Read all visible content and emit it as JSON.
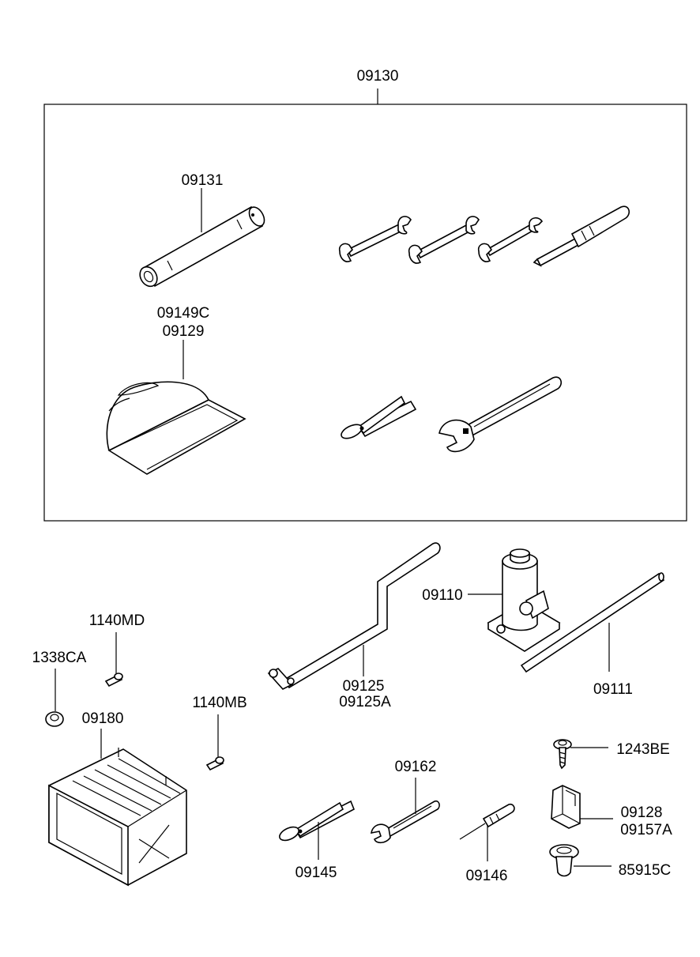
{
  "labels": {
    "kit": "09130",
    "lug_wrench": "09131",
    "tool_bag_1": "09149C",
    "tool_bag_2": "09129",
    "jack": "09110",
    "jack_handle_1": "09125",
    "jack_handle_2": "09125A",
    "extension_bar": "09111",
    "screw_mb": "1140MD",
    "nut": "1338CA",
    "tray": "09180",
    "screw_tray": "1140MB",
    "bolt": "1243BE",
    "wrench_small": "09162",
    "clip_1": "09128",
    "clip_2": "09157A",
    "pliers": "09145",
    "screwdriver": "09146",
    "grommet": "85915C"
  }
}
